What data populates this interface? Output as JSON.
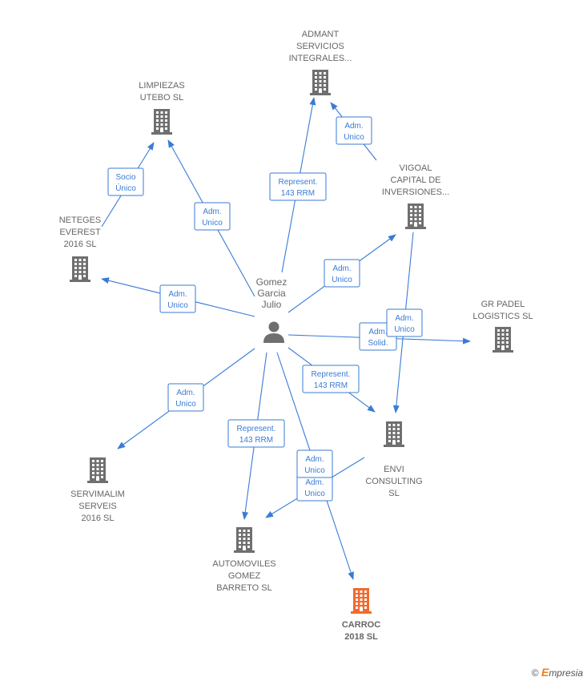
{
  "center": {
    "id": "person",
    "lines": [
      "Gomez",
      "Garcia",
      "Julio"
    ]
  },
  "companies": [
    {
      "id": "admant",
      "lines": [
        "ADMANT",
        "SERVICIOS",
        "INTEGRALES..."
      ],
      "highlight": false
    },
    {
      "id": "limpiezas",
      "lines": [
        "LIMPIEZAS",
        "UTEBO SL"
      ],
      "highlight": false
    },
    {
      "id": "vigoal",
      "lines": [
        "VIGOAL",
        "CAPITAL DE",
        "INVERSIONES..."
      ],
      "highlight": false
    },
    {
      "id": "neteges",
      "lines": [
        "NETEGES",
        "EVEREST",
        "2016  SL"
      ],
      "highlight": false
    },
    {
      "id": "grpadel",
      "lines": [
        "GR PADEL",
        "LOGISTICS  SL"
      ],
      "highlight": false
    },
    {
      "id": "envi",
      "lines": [
        "ENVI",
        "CONSULTING",
        "SL"
      ],
      "highlight": false
    },
    {
      "id": "servimalim",
      "lines": [
        "SERVIMALIM",
        "SERVEIS",
        "2016  SL"
      ],
      "highlight": false
    },
    {
      "id": "automoviles",
      "lines": [
        "AUTOMOVILES",
        "GOMEZ",
        "BARRETO  SL"
      ],
      "highlight": false
    },
    {
      "id": "carroc",
      "lines": [
        "CARROC",
        "2018  SL"
      ],
      "highlight": true
    }
  ],
  "edges": [
    {
      "from": "person",
      "to": "admant",
      "label": [
        "Represent.",
        "143 RRM"
      ]
    },
    {
      "from": "vigoal",
      "to": "admant",
      "label": [
        "Adm.",
        "Unico"
      ]
    },
    {
      "from": "person",
      "to": "limpiezas",
      "label": [
        "Adm.",
        "Unico"
      ]
    },
    {
      "from": "neteges",
      "to": "limpiezas",
      "label": [
        "Socio",
        "Único"
      ]
    },
    {
      "from": "person",
      "to": "neteges",
      "label": [
        "Adm.",
        "Unico"
      ]
    },
    {
      "from": "person",
      "to": "vigoal",
      "label": [
        "Adm.",
        "Unico"
      ]
    },
    {
      "from": "person",
      "to": "grpadel",
      "label": [
        "Adm.",
        "Solid."
      ]
    },
    {
      "from": "vigoal",
      "to": "envi",
      "label": [
        "Adm.",
        "Unico"
      ]
    },
    {
      "from": "person",
      "to": "envi",
      "label": [
        "Represent.",
        "143 RRM"
      ]
    },
    {
      "from": "person",
      "to": "servimalim",
      "label": [
        "Adm.",
        "Unico"
      ]
    },
    {
      "from": "person",
      "to": "automoviles",
      "label": [
        "Represent.",
        "143 RRM"
      ]
    },
    {
      "from": "envi",
      "to": "automoviles",
      "label": [
        "Adm.",
        "Unico"
      ]
    },
    {
      "from": "person",
      "to": "carroc",
      "label": [
        "Adm.",
        "Unico"
      ]
    }
  ],
  "colors": {
    "edge": "#3a7bd5",
    "building": "#6f6f6f",
    "highlight": "#f26a2e",
    "person": "#6f6f6f"
  },
  "footer": {
    "copyright": "©",
    "brand_initial": "E",
    "brand_rest": "mpresia"
  }
}
